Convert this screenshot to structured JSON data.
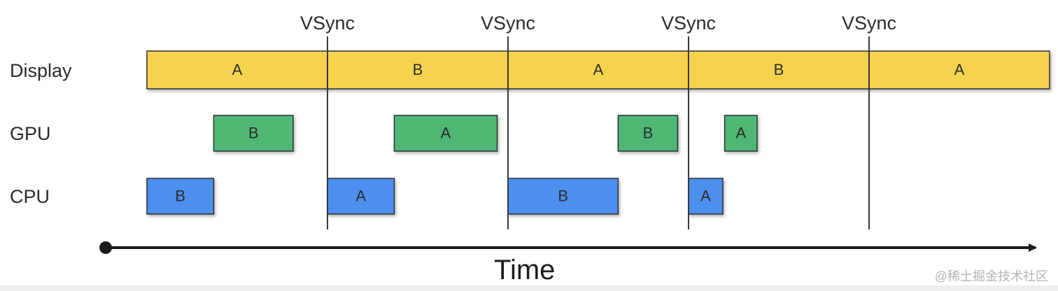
{
  "lanes": {
    "display": "Display",
    "gpu": "GPU",
    "cpu": "CPU"
  },
  "vsync_label": "VSync",
  "vsync_count": 4,
  "axis_label": "Time",
  "watermark": "@稀土掘金技术社区",
  "colors": {
    "display": "#f5d34f",
    "gpu": "#4fb874",
    "cpu": "#4d8fef",
    "outline": "#2e2e2e",
    "line": "#3a3a3a"
  },
  "timeline_units": "time is measured in frame periods, with VSync ticks at 1, 2, 3, 4",
  "blocks": {
    "display": [
      {
        "label": "A",
        "start": 0.0,
        "end": 1.0
      },
      {
        "label": "B",
        "start": 1.0,
        "end": 2.0
      },
      {
        "label": "A",
        "start": 2.0,
        "end": 3.0
      },
      {
        "label": "B",
        "start": 3.0,
        "end": 4.0
      },
      {
        "label": "A",
        "start": 4.0,
        "end": 5.0
      }
    ],
    "gpu": [
      {
        "label": "B",
        "start": 0.37,
        "end": 0.81
      },
      {
        "label": "A",
        "start": 1.37,
        "end": 1.94
      },
      {
        "label": "B",
        "start": 2.61,
        "end": 2.94
      },
      {
        "label": "A",
        "start": 3.2,
        "end": 3.38
      }
    ],
    "cpu": [
      {
        "label": "B",
        "start": 0.0,
        "end": 0.37
      },
      {
        "label": "A",
        "start": 1.0,
        "end": 1.37
      },
      {
        "label": "B",
        "start": 2.0,
        "end": 2.61
      },
      {
        "label": "A",
        "start": 3.0,
        "end": 3.19
      }
    ]
  }
}
